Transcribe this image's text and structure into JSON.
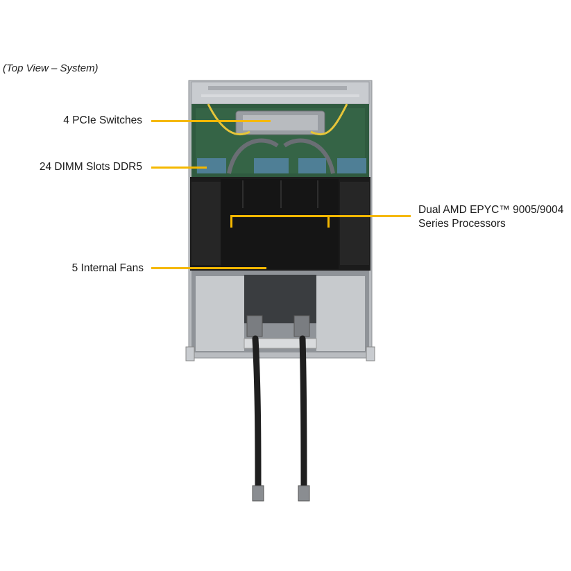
{
  "view_caption": "(Top View – System)",
  "callouts": {
    "pcie": "4 PCIe Switches",
    "dimm": "24 DIMM Slots DDR5",
    "cpu_line1": "Dual AMD EPYC™ 9005/9004",
    "cpu_line2": "Series Processors",
    "fans": "5 Internal Fans"
  },
  "colors": {
    "leader": "#f5b800",
    "pcb": "#2f5a3f",
    "shroud": "#1b1b1b",
    "chassis": "#b9bcc0"
  }
}
